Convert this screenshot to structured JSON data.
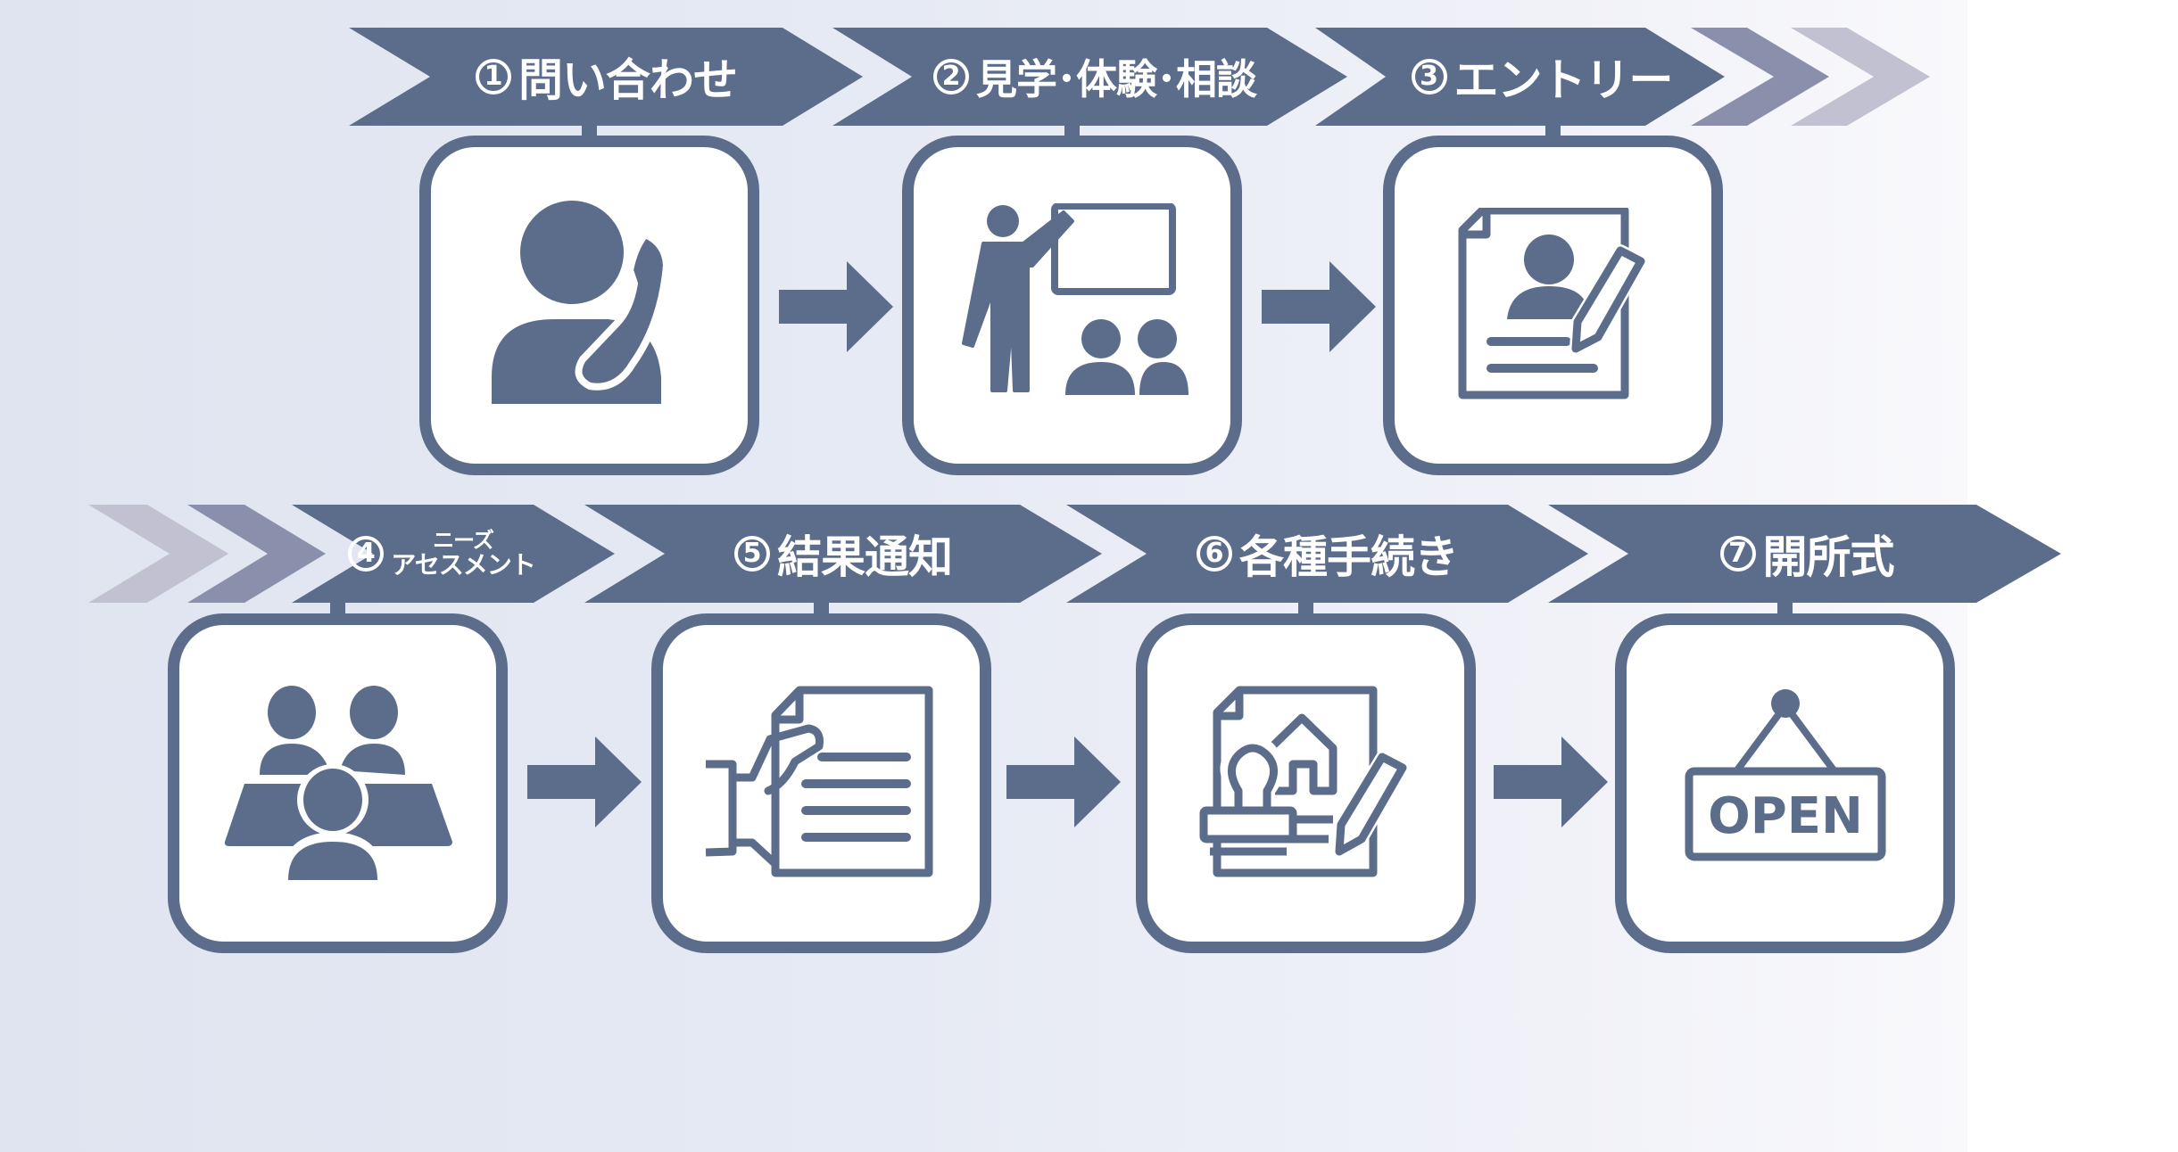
{
  "colors": {
    "primary": "#5c6d8c",
    "chevron_medium": "#8a8fab",
    "chevron_light": "#c1c1d2",
    "card_fill": "#ffffff",
    "text": "#ffffff"
  },
  "steps": [
    {
      "number": "1",
      "title": "問い合わせ",
      "icon": "person-phone-icon"
    },
    {
      "number": "2",
      "title": "見学･体験･相談",
      "icon": "teacher-presentation-icon"
    },
    {
      "number": "3",
      "title": "エントリー",
      "icon": "profile-document-pencil-icon"
    },
    {
      "number": "4",
      "title_line1": "ニーズ",
      "title_line2": "アセスメント",
      "icon": "group-meeting-icon"
    },
    {
      "number": "5",
      "title": "結果通知",
      "icon": "hand-holding-document-icon"
    },
    {
      "number": "6",
      "title": "各種手続き",
      "icon": "contract-stamp-house-icon"
    },
    {
      "number": "7",
      "title": "開所式",
      "icon": "open-sign-icon",
      "sign_text": "OPEN"
    }
  ]
}
